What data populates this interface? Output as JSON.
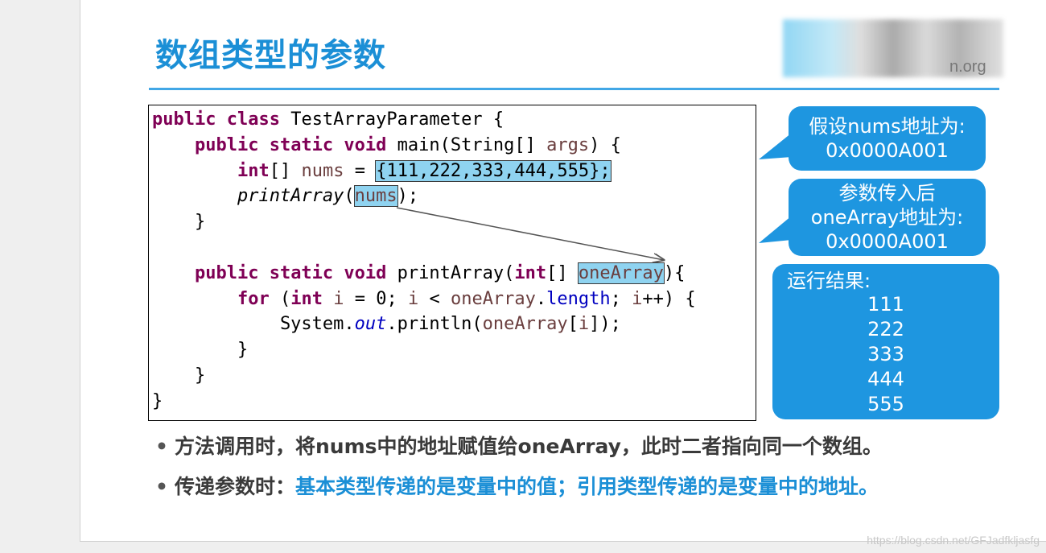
{
  "title": "数组类型的参数",
  "logo": {
    "text": "n.org"
  },
  "code_lines": [
    {
      "parts": [
        {
          "t": "public class",
          "c": "kw"
        },
        {
          "t": " TestArrayParameter {",
          "c": ""
        }
      ]
    },
    {
      "parts": [
        {
          "t": "    ",
          "c": ""
        },
        {
          "t": "public static void",
          "c": "kw"
        },
        {
          "t": " main(String[] ",
          "c": ""
        },
        {
          "t": "args",
          "c": "var"
        },
        {
          "t": ") {",
          "c": ""
        }
      ]
    },
    {
      "parts": [
        {
          "t": "        ",
          "c": ""
        },
        {
          "t": "int",
          "c": "kw"
        },
        {
          "t": "[] ",
          "c": ""
        },
        {
          "t": "nums",
          "c": "var"
        },
        {
          "t": " = ",
          "c": ""
        },
        {
          "t": "{111,222,333,444,555};",
          "c": "hl"
        }
      ]
    },
    {
      "parts": [
        {
          "t": "        ",
          "c": ""
        },
        {
          "t": "printArray",
          "c": "ital"
        },
        {
          "t": "(",
          "c": ""
        },
        {
          "t": "nums",
          "c": "hl var"
        },
        {
          "t": ");",
          "c": ""
        }
      ]
    },
    {
      "parts": [
        {
          "t": "    }",
          "c": ""
        }
      ]
    },
    {
      "parts": [
        {
          "t": "",
          "c": ""
        }
      ]
    },
    {
      "parts": [
        {
          "t": "    ",
          "c": ""
        },
        {
          "t": "public static void",
          "c": "kw"
        },
        {
          "t": " printArray(",
          "c": ""
        },
        {
          "t": "int",
          "c": "kw"
        },
        {
          "t": "[] ",
          "c": ""
        },
        {
          "t": "oneArray",
          "c": "hl var"
        },
        {
          "t": "){",
          "c": ""
        }
      ]
    },
    {
      "parts": [
        {
          "t": "        ",
          "c": ""
        },
        {
          "t": "for",
          "c": "kw"
        },
        {
          "t": " (",
          "c": ""
        },
        {
          "t": "int",
          "c": "kw"
        },
        {
          "t": " ",
          "c": ""
        },
        {
          "t": "i",
          "c": "var"
        },
        {
          "t": " = 0; ",
          "c": ""
        },
        {
          "t": "i",
          "c": "var"
        },
        {
          "t": " < ",
          "c": ""
        },
        {
          "t": "oneArray",
          "c": "var"
        },
        {
          "t": ".",
          "c": ""
        },
        {
          "t": "length",
          "c": "fld"
        },
        {
          "t": "; ",
          "c": ""
        },
        {
          "t": "i",
          "c": "var"
        },
        {
          "t": "++) {",
          "c": ""
        }
      ]
    },
    {
      "parts": [
        {
          "t": "            System.",
          "c": ""
        },
        {
          "t": "out",
          "c": "fld ital"
        },
        {
          "t": ".println(",
          "c": ""
        },
        {
          "t": "oneArray",
          "c": "var"
        },
        {
          "t": "[",
          "c": ""
        },
        {
          "t": "i",
          "c": "var"
        },
        {
          "t": "]);",
          "c": ""
        }
      ]
    },
    {
      "parts": [
        {
          "t": "        }",
          "c": ""
        }
      ]
    },
    {
      "parts": [
        {
          "t": "    }",
          "c": ""
        }
      ]
    },
    {
      "parts": [
        {
          "t": "}",
          "c": ""
        }
      ]
    }
  ],
  "callouts": {
    "c1": {
      "line1": "假设nums地址为:",
      "line2": "0x0000A001"
    },
    "c2": {
      "line1": "参数传入后",
      "line2": "oneArray地址为:",
      "line3": "0x0000A001"
    },
    "c3": {
      "title": "运行结果:",
      "values": [
        "111",
        "222",
        "333",
        "444",
        "555"
      ]
    }
  },
  "bullets": {
    "b1": {
      "dot": "•",
      "text": "方法调用时，将nums中的地址赋值给oneArray，此时二者指向同一个数组。"
    },
    "b2": {
      "dot": "•",
      "prefix": "传递参数时：",
      "highlight": "基本类型传递的是变量中的值；引用类型传递的是变量中的地址。"
    }
  },
  "watermark": "https://blog.csdn.net/GFJadfkljasfg",
  "colors": {
    "title": "#1b8fd6",
    "callout": "#1e96e0",
    "highlight": "#8fd3f0",
    "keyword": "#7f0055"
  }
}
